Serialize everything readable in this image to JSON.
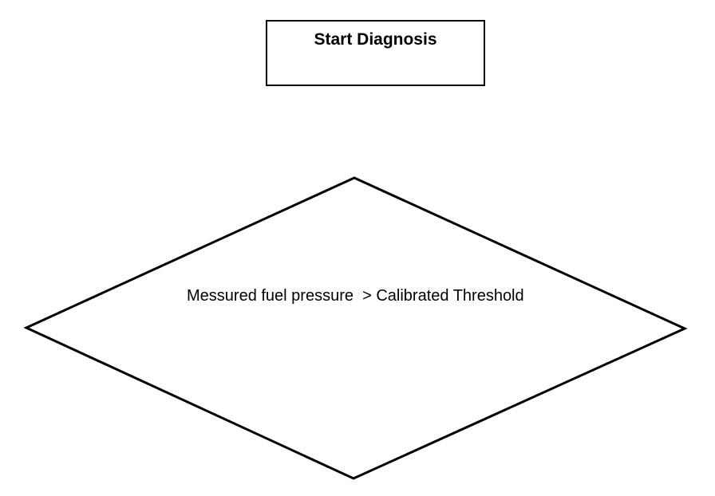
{
  "diagram": {
    "type": "flowchart",
    "nodes": {
      "start": {
        "shape": "rectangle",
        "label": "Start Diagnosis"
      },
      "decision": {
        "shape": "diamond",
        "label": "Messured fuel pressure  > Calibrated Threshold"
      }
    },
    "colors": {
      "stroke": "#000000",
      "background": "#ffffff",
      "text": "#000000"
    }
  }
}
